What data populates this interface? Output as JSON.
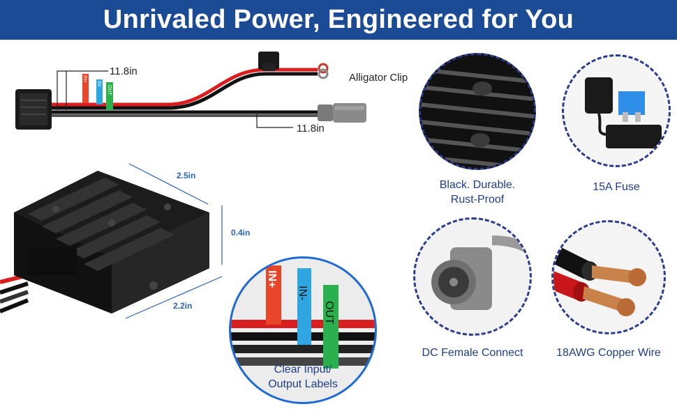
{
  "banner": {
    "title": "Unrivaled Power, Engineered for You"
  },
  "cable_diagram": {
    "input_length": "11.8in",
    "output_length": "11.8in",
    "clip_label": "Alligator Clip",
    "tags": [
      "IN+",
      "IN-",
      "OUT"
    ]
  },
  "module_dimensions": {
    "length": "2.5in",
    "height": "0.4in",
    "width": "2.2in"
  },
  "labels_callout": {
    "tags": [
      "IN+",
      "IN-",
      "OUT"
    ],
    "caption_line1": "Clear Input/",
    "caption_line2": "Output Labels"
  },
  "features": [
    {
      "caption_line1": "Black. Durable.",
      "caption_line2": "Rust-Proof"
    },
    {
      "caption_line1": "15A Fuse",
      "caption_line2": ""
    },
    {
      "caption_line1": "DC Female Connect",
      "caption_line2": ""
    },
    {
      "caption_line1": "18AWG Copper Wire",
      "caption_line2": ""
    }
  ],
  "colors": {
    "banner": "#1b4b94",
    "tag_red": "#e8452a",
    "tag_blue": "#2fa6e0",
    "tag_green": "#2bb04e",
    "circle_border": "#2c3c8c",
    "dimension_blue": "#2a63b5",
    "caption_blue": "#1e3f8a"
  }
}
